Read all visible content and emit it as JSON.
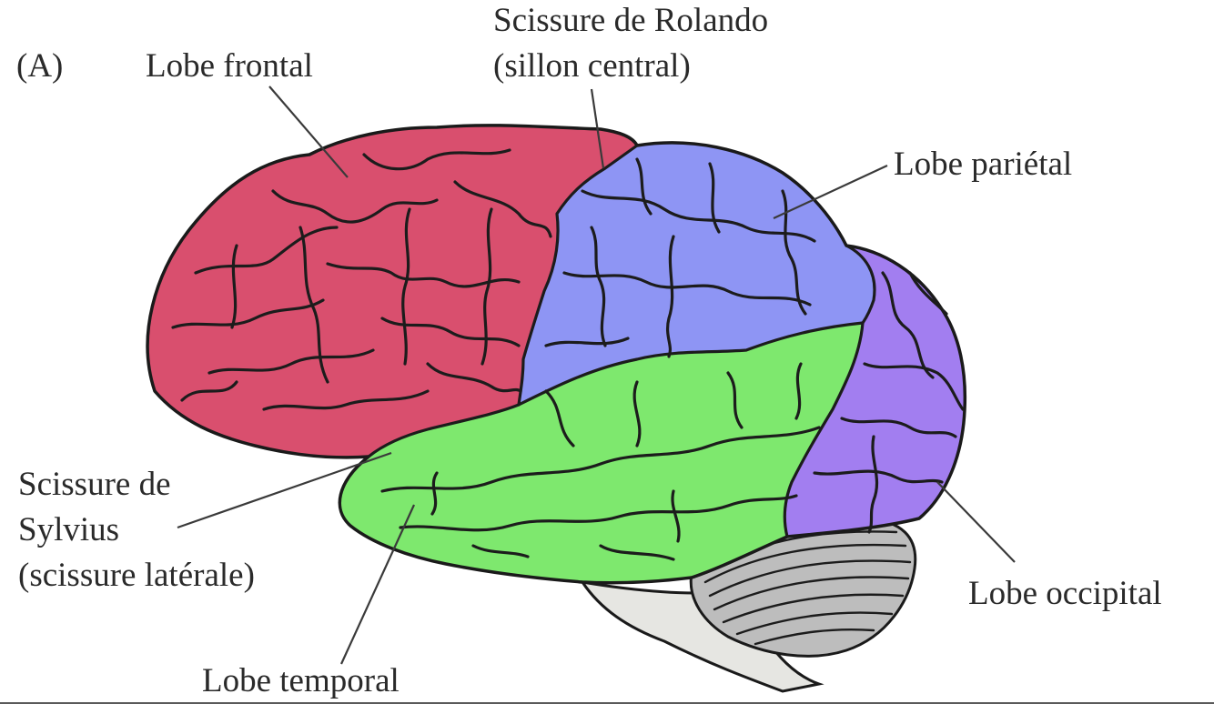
{
  "figure": {
    "panel_label": "(A)",
    "labels": {
      "frontal": "Lobe frontal",
      "rolando_1": "Scissure de Rolando",
      "rolando_2": "(sillon central)",
      "parietal": "Lobe pariétal",
      "sylvius_1": "Scissure de",
      "sylvius_2": "Sylvius",
      "sylvius_3": "(scissure latérale)",
      "occipital": "Lobe occipital",
      "temporal": "Lobe temporal"
    },
    "colors": {
      "frontal": "#d94f6e",
      "parietal": "#8e95f4",
      "occipital": "#a27ef0",
      "temporal": "#7ee86e",
      "cerebellum": "#bdbdbd",
      "brainstem": "#e6e6e2"
    }
  }
}
